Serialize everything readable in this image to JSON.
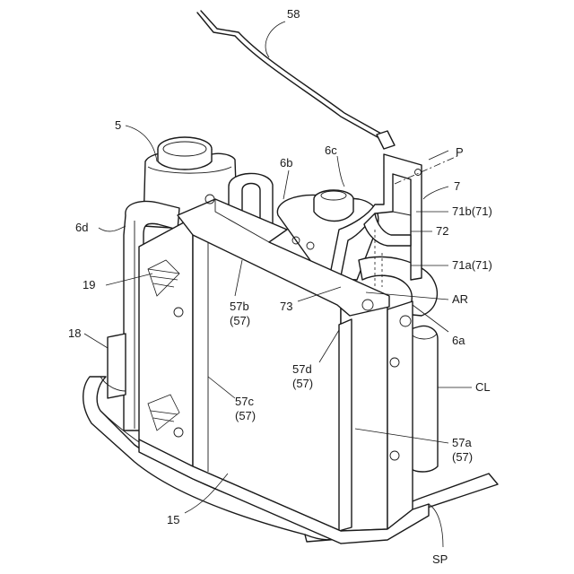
{
  "labels": {
    "l58": "58",
    "l5": "5",
    "l6c": "6c",
    "l6b": "6b",
    "lP": "P",
    "l7": "7",
    "l71b": "71b(71)",
    "l6d": "6d",
    "l72": "72",
    "l71a": "71a(71)",
    "l19": "19",
    "l57b": "57b",
    "l57b_sub": "(57)",
    "l73": "73",
    "lAR": "AR",
    "l6a": "6a",
    "l18": "18",
    "l57d": "57d",
    "l57d_sub": "(57)",
    "lCL": "CL",
    "l57c": "57c",
    "l57c_sub": "(57)",
    "l57a": "57a",
    "l57a_sub": "(57)",
    "l15": "15",
    "lSP": "SP"
  }
}
